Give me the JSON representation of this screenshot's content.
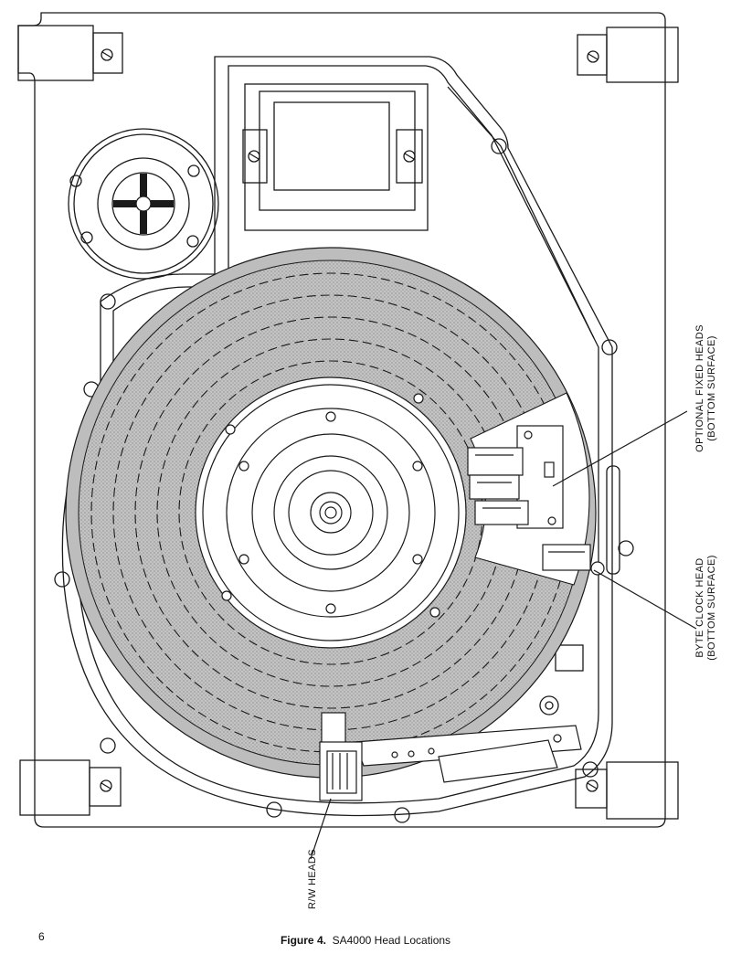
{
  "labels": {
    "fixed_heads_line1": "OPTIONAL FIXED HEADS",
    "fixed_heads_line2": "(BOTTOM SURFACE)",
    "byte_clock_line1": "BYTE CLOCK HEAD",
    "byte_clock_line2": "(BOTTOM SURFACE)",
    "rw_heads": "R/W HEADS"
  },
  "footer": {
    "page_number": "6",
    "figure_label": "Figure 4.",
    "figure_title": "SA4000 Head Locations"
  },
  "colors": {
    "line": "#1a1a1a",
    "platter_fill": "#bdbdbd",
    "background": "#ffffff"
  }
}
